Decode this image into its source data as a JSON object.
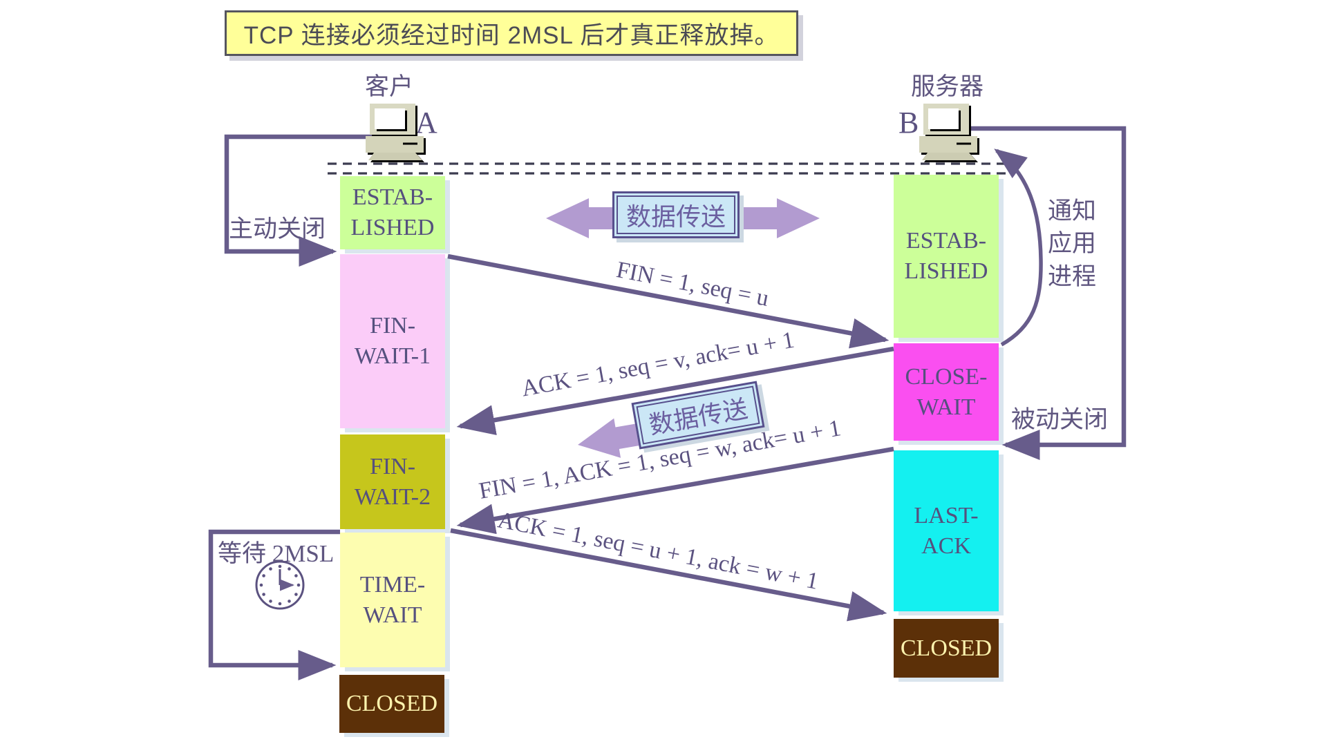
{
  "banner": {
    "text": "TCP 连接必须经过时间 2MSL 后才真正释放掉。"
  },
  "client": {
    "name": "客户",
    "host_id": "A",
    "states": [
      {
        "label": "ESTAB-\nLISHED",
        "color": "#ccff99"
      },
      {
        "label": "FIN-\nWAIT-1",
        "color": "#fbccf8"
      },
      {
        "label": "FIN-\nWAIT-2",
        "color": "#c6c61c"
      },
      {
        "label": "TIME-\nWAIT",
        "color": "#fdfdb0"
      },
      {
        "label": "CLOSED",
        "color": "#5c3008"
      }
    ]
  },
  "server": {
    "name": "服务器",
    "host_id": "B",
    "states": [
      {
        "label": "ESTAB-\nLISHED",
        "color": "#ccff99"
      },
      {
        "label": "CLOSE-\nWAIT",
        "color": "#fa4ff0"
      },
      {
        "label": "LAST-\nACK",
        "color": "#14f0f0"
      },
      {
        "label": "CLOSED",
        "color": "#5c3008"
      }
    ]
  },
  "messages": [
    {
      "text": "FIN = 1, seq = u",
      "direction": "client-to-server"
    },
    {
      "text": "ACK = 1, seq = v, ack= u + 1",
      "direction": "server-to-client"
    },
    {
      "text": "FIN = 1, ACK = 1, seq = w, ack= u + 1",
      "direction": "server-to-client"
    },
    {
      "text": "ACK = 1, seq = u + 1, ack = w + 1",
      "direction": "client-to-server"
    }
  ],
  "annotations": {
    "active_close": "主动关闭",
    "passive_close": "被动关闭",
    "notify_app": "通知\n应用\n进程",
    "wait_2msl": "等待 2MSL",
    "data_transfer_top": "数据传送",
    "data_transfer_mid": "数据传送"
  },
  "colors": {
    "arrow_purple": "#675c8b",
    "wide_arrow_lilac": "#b29bd0",
    "banner_bg": "#ffff99",
    "data_box_bg": "#cbe7f6",
    "state_text": "#55507e",
    "closed_text": "#fdf3ae",
    "box_shadow": "#dae5ee"
  }
}
